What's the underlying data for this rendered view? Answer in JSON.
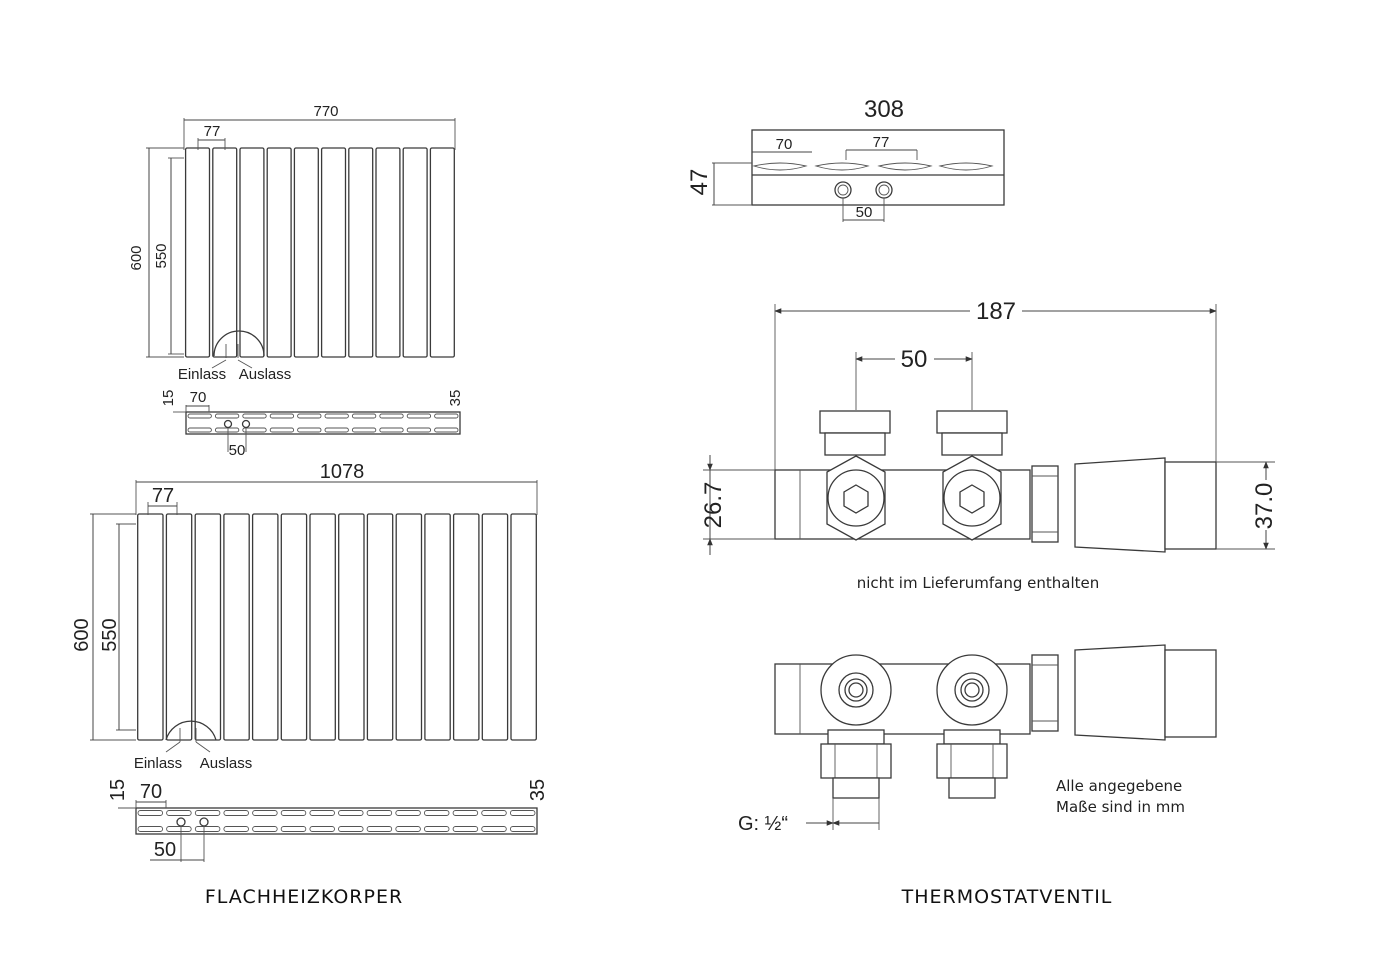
{
  "radiator_small_front": {
    "overall_width": "770",
    "spacing": "77",
    "height": "600",
    "connection_height": "550",
    "inlet_label": "Einlass",
    "outlet_label": "Auslass",
    "panel_count": 10
  },
  "radiator_small_top": {
    "offset_15": "15",
    "offset_70": "70",
    "depth_35": "35",
    "pipe_spacing": "50"
  },
  "radiator_large_front": {
    "overall_width": "1078",
    "spacing": "77",
    "height": "600",
    "connection_height": "550",
    "inlet_label": "Einlass",
    "outlet_label": "Auslass",
    "panel_count": 14
  },
  "radiator_large_top": {
    "offset_15": "15",
    "offset_70": "70",
    "depth_35": "35",
    "pipe_spacing": "50"
  },
  "valve_top": {
    "width": "308",
    "depth": "47",
    "offset_70": "70",
    "spacing_77": "77",
    "pipe_spacing": "50"
  },
  "valve_front": {
    "overall_length": "187",
    "pipe_spacing": "50",
    "body_height": "26.7",
    "head_height": "37.0",
    "note": "nicht im Lieferumfang enthalten"
  },
  "valve_bottom": {
    "thread_label": "G: ½“",
    "units_note_line1": "Alle angegebene",
    "units_note_line2": "Maße sind in mm"
  },
  "captions": {
    "left": "FLACHHEIZKORPER",
    "right": "THERMOSTATVENTIL"
  }
}
